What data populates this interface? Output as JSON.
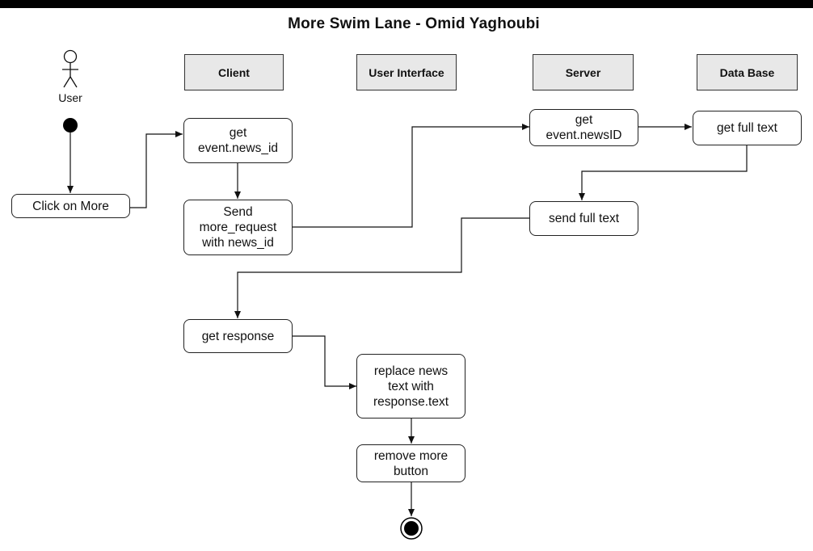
{
  "title": "More Swim Lane - Omid Yaghoubi",
  "actor": {
    "label": "User"
  },
  "lanes": {
    "client": "Client",
    "user_interface": "User Interface",
    "server": "Server",
    "database": "Data Base"
  },
  "nodes": {
    "click_on_more": [
      "Click on More"
    ],
    "get_event_news_id": [
      "get",
      "event.news_id"
    ],
    "send_more_request": [
      "Send",
      "more_request",
      "with news_id"
    ],
    "get_event_newsid": [
      "get",
      "event.newsID"
    ],
    "get_full_text": [
      "get full text"
    ],
    "send_full_text": [
      "send full text"
    ],
    "get_response": [
      "get response"
    ],
    "replace_news_text": [
      "replace news",
      "text with",
      "response.text"
    ],
    "remove_more_button": [
      "remove more",
      "button"
    ]
  },
  "colors": {
    "lane_fill": "#e8e8e8",
    "stroke": "#222222",
    "background": "#ffffff"
  }
}
